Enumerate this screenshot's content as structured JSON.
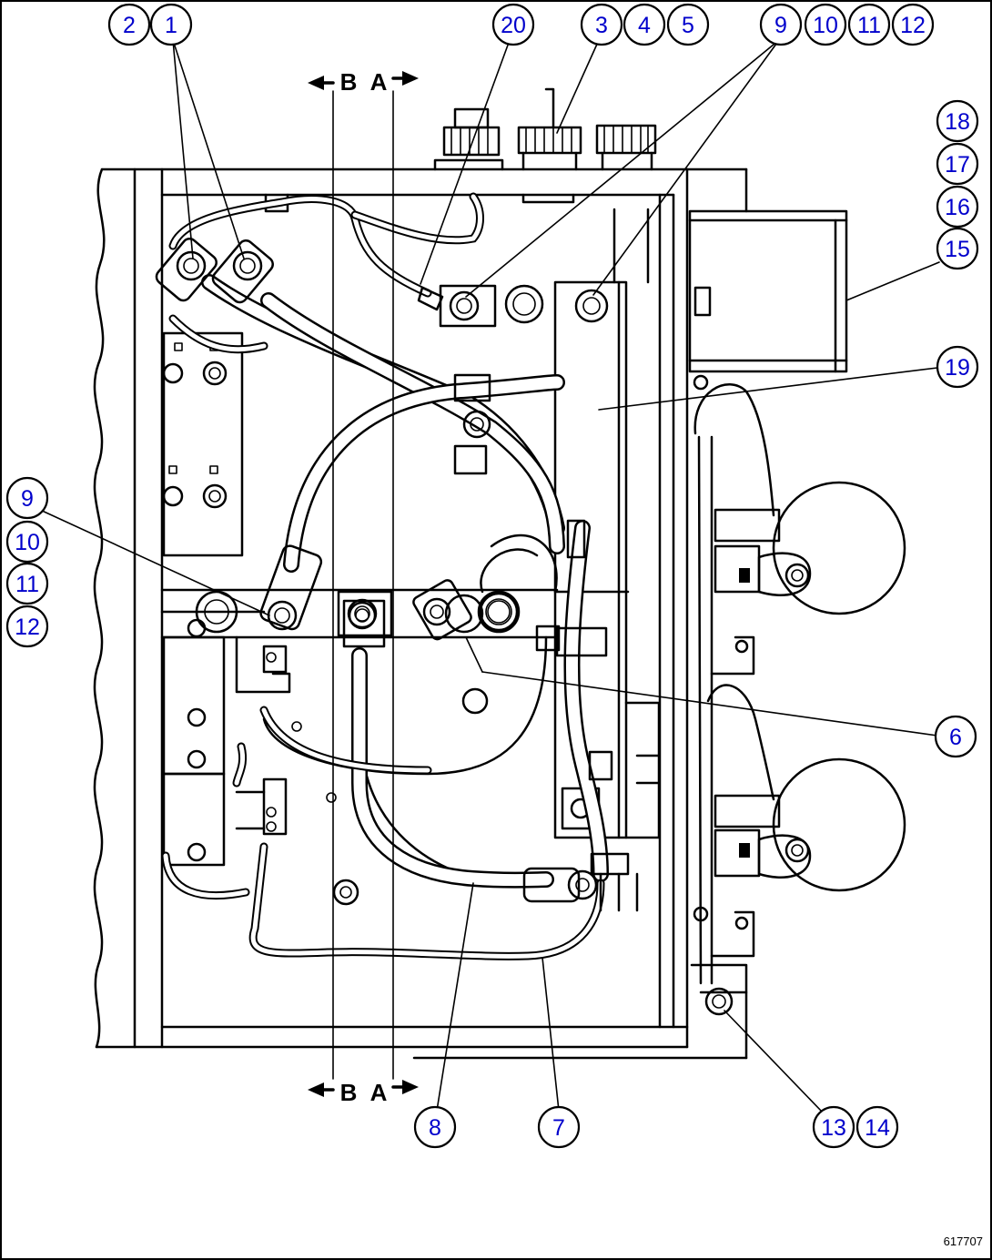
{
  "drawing": {
    "reference": "617707"
  },
  "section_marks": [
    "B",
    "A",
    "B",
    "A"
  ],
  "balloons": [
    {
      "id": "b-2",
      "label": "2"
    },
    {
      "id": "b-1",
      "label": "1"
    },
    {
      "id": "b-20",
      "label": "20"
    },
    {
      "id": "b-3",
      "label": "3"
    },
    {
      "id": "b-4",
      "label": "4"
    },
    {
      "id": "b-5",
      "label": "5"
    },
    {
      "id": "b-9-top",
      "label": "9"
    },
    {
      "id": "b-10-top",
      "label": "10"
    },
    {
      "id": "b-11-top",
      "label": "11"
    },
    {
      "id": "b-12-top",
      "label": "12"
    },
    {
      "id": "b-18",
      "label": "18"
    },
    {
      "id": "b-17",
      "label": "17"
    },
    {
      "id": "b-16",
      "label": "16"
    },
    {
      "id": "b-15",
      "label": "15"
    },
    {
      "id": "b-19",
      "label": "19"
    },
    {
      "id": "b-9-left",
      "label": "9"
    },
    {
      "id": "b-10-left",
      "label": "10"
    },
    {
      "id": "b-11-left",
      "label": "11"
    },
    {
      "id": "b-12-left",
      "label": "12"
    },
    {
      "id": "b-6",
      "label": "6"
    },
    {
      "id": "b-8",
      "label": "8"
    },
    {
      "id": "b-7",
      "label": "7"
    },
    {
      "id": "b-13",
      "label": "13"
    },
    {
      "id": "b-14",
      "label": "14"
    }
  ]
}
